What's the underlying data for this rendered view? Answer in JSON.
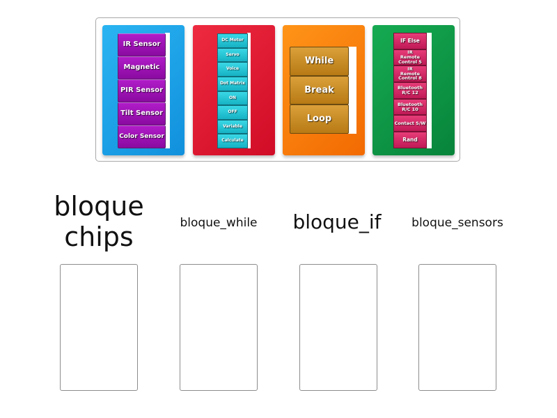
{
  "image_panel": {
    "cards": [
      {
        "name": "sensors-card",
        "background": "#1ba3e8",
        "buttons": [
          "IR Sensor",
          "Magnetic",
          "PIR Sensor",
          "Tilt Sensor",
          "Color Sensor"
        ]
      },
      {
        "name": "chips-card",
        "background": "#e3162f",
        "buttons": [
          "DC Motor",
          "Servo",
          "Voice",
          "Dot Matrix",
          "ON",
          "OFF",
          "Variable",
          "Calculate"
        ]
      },
      {
        "name": "while-card",
        "background": "#f9820a",
        "buttons": [
          "While",
          "Break",
          "Loop"
        ]
      },
      {
        "name": "if-card",
        "background": "#0e9a46",
        "buttons": [
          "IF Else",
          "IR Remote Control 5",
          "IR Remote Control 8",
          "Bluetooth R/C 12",
          "Bluetooth R/C 10",
          "Contact S/W",
          "Rand"
        ]
      }
    ]
  },
  "categories": [
    {
      "label": "bloque chips"
    },
    {
      "label": "bloque_while"
    },
    {
      "label": "bloque_if"
    },
    {
      "label": "bloque_sensors"
    }
  ],
  "colors": {
    "frame_border": "#a8a8a8",
    "dropzone_border": "#8c8c8c",
    "text": "#111111"
  }
}
